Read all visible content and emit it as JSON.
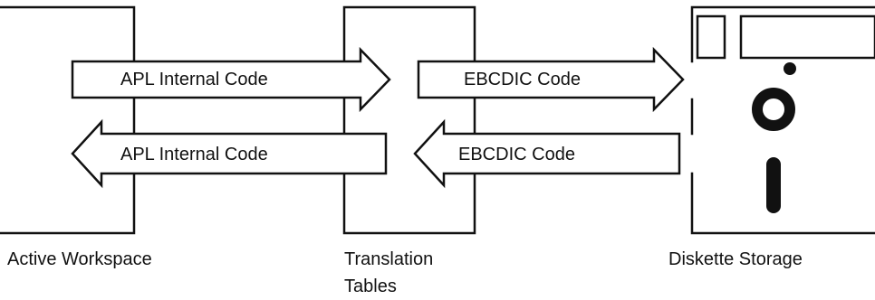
{
  "components": {
    "workspace": {
      "label": "Active Workspace"
    },
    "translation": {
      "label_line1": "Translation",
      "label_line2": "Tables"
    },
    "diskette": {
      "label": "Diskette Storage"
    }
  },
  "arrows": {
    "ws_to_tt": {
      "label": "APL Internal Code",
      "direction": "right"
    },
    "tt_to_ds": {
      "label": "EBCDIC Code",
      "direction": "right"
    },
    "tt_to_ws": {
      "label": "APL Internal Code",
      "direction": "left"
    },
    "ds_to_tt": {
      "label": "EBCDIC Code",
      "direction": "left"
    }
  },
  "colors": {
    "ink": "#111111",
    "background": "#ffffff"
  }
}
